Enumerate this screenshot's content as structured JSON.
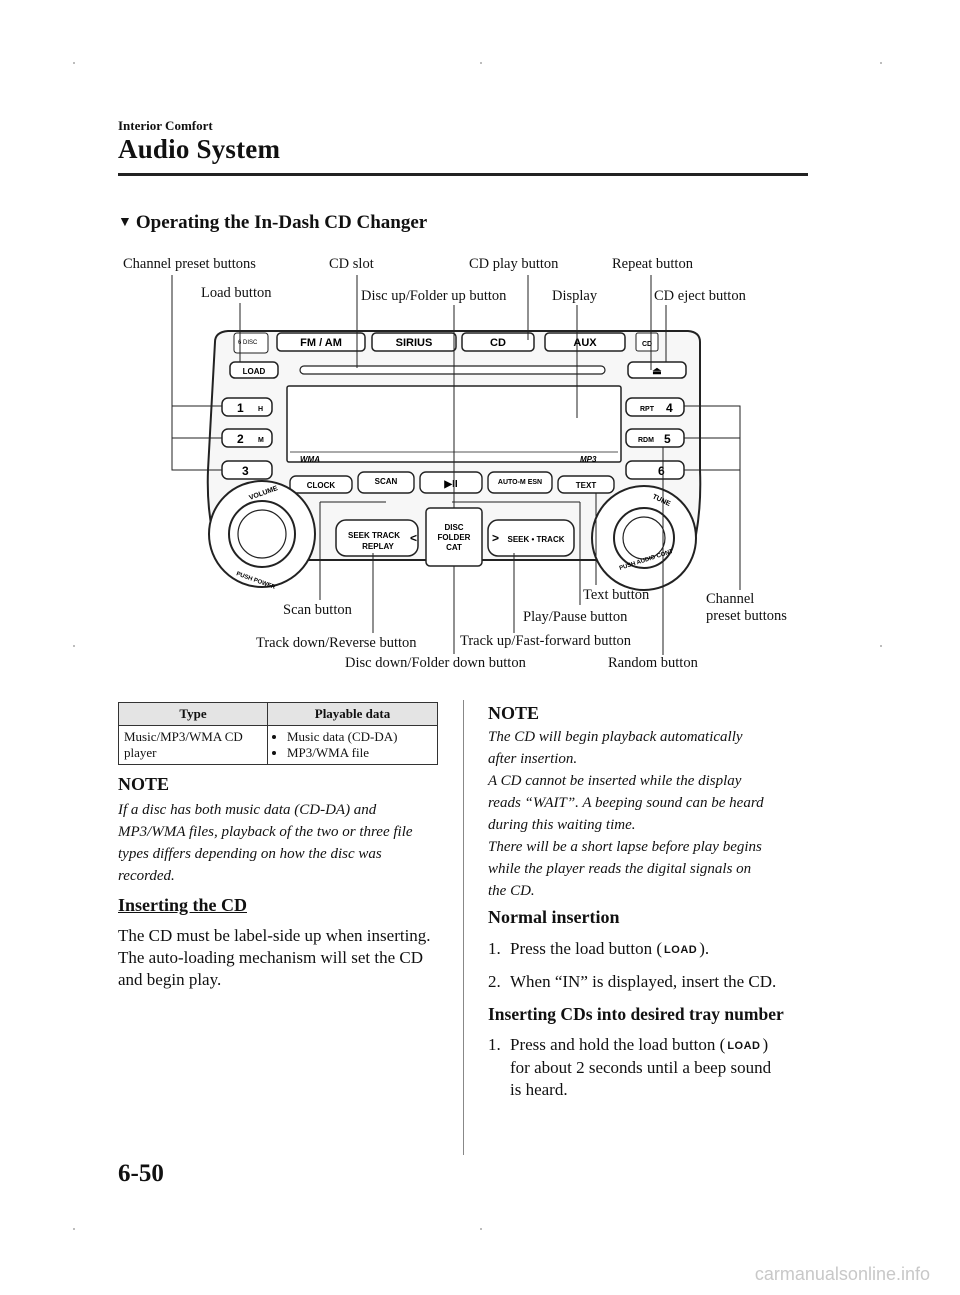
{
  "header": {
    "section": "Interior Comfort",
    "chapter": "Audio System"
  },
  "heading": "Operating the In-Dash CD Changer",
  "diagram": {
    "labels": {
      "channel_preset_top": "Channel preset buttons",
      "cd_slot": "CD slot",
      "cd_play": "CD play button",
      "repeat": "Repeat button",
      "load": "Load button",
      "disc_up": "Disc up/Folder up button",
      "display": "Display",
      "cd_eject": "CD eject button",
      "text_button": "Text button",
      "channel_preset_right_1": "Channel",
      "channel_preset_right_2": "preset buttons",
      "scan": "Scan button",
      "play_pause": "Play/Pause button",
      "track_down": "Track down/Reverse button",
      "track_up": "Track up/Fast-forward button",
      "disc_down": "Disc down/Folder down button",
      "random": "Random button"
    },
    "panel": {
      "top_buttons": [
        "FM / AM",
        "SIRIUS",
        "CD",
        "AUX"
      ],
      "load": "LOAD",
      "presets_left": [
        "1",
        "2",
        "3"
      ],
      "preset_sub_left": [
        "H",
        "M",
        ""
      ],
      "presets_right": [
        "4",
        "5",
        "6"
      ],
      "preset_sub_right": [
        "RPT",
        "RDM",
        ""
      ],
      "bottom_row": [
        "CLOCK",
        "SCAN",
        "▶II",
        "AUTO-M  ESN",
        "TEXT"
      ],
      "seek_left": [
        "SEEK  TRACK",
        "REPLAY"
      ],
      "disc_folder": [
        "DISC",
        "FOLDER",
        "CAT"
      ],
      "seek_right": "SEEK • TRACK",
      "volume": "VOLUME",
      "push_power": "PUSH POWER",
      "tune": "TUNE",
      "push_audio": "PUSH AUDIO CONT",
      "wma": "WMA",
      "mp3": "MP3"
    }
  },
  "table": {
    "headers": [
      "Type",
      "Playable data"
    ],
    "rows": [
      {
        "type": "Music/MP3/WMA CD player",
        "data": [
          "Music data (CD-DA)",
          "MP3/WMA file"
        ]
      }
    ]
  },
  "note1": {
    "title": "NOTE",
    "text": "If a disc has both music data (CD-DA) and MP3/WMA files, playback of the two or three file types differs depending on how the disc was recorded."
  },
  "inserting": {
    "heading": "Inserting the CD",
    "text": "The CD must be label-side up when inserting. The auto-loading mechanism will set the CD and begin play."
  },
  "note2": {
    "title": "NOTE",
    "lines": [
      "The CD will begin playback automatically",
      "after insertion.",
      "A CD cannot be inserted while the display",
      "reads “WAIT”. A beeping sound can be heard",
      "during this waiting time.",
      "There will be a short lapse before play begins",
      "while the player reads the digital signals on",
      "the CD."
    ]
  },
  "normal": {
    "heading": "Normal insertion",
    "step1_num": "1.",
    "step1_a": "Press the load button (",
    "step1_b": ").",
    "step2_num": "2.",
    "step2": "When “IN” is displayed, insert the CD.",
    "load_icon": "LOAD"
  },
  "desired": {
    "heading": "Inserting CDs into desired tray number",
    "step1_num": "1.",
    "step1_a": "Press and hold the load button (",
    "step1_b": ")",
    "step1_c": "for about 2 seconds until a beep sound",
    "step1_d": "is heard."
  },
  "page_number": "6-50",
  "watermark": "carmanualsonline.info"
}
